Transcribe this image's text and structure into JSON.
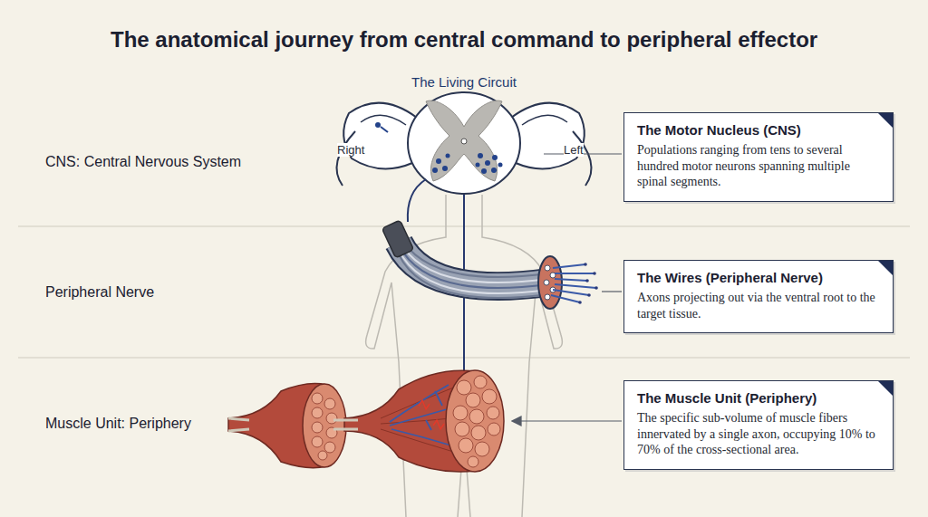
{
  "diagram": {
    "title": "The anatomical journey from central command to peripheral effector",
    "nodes": [
      {
        "text": [
          "The Motor Nucleus (CNS)",
          "Populations ranging from tens to several hundred motor neurons spanning multiple spinal segments."
        ]
      },
      {
        "text": [
          "The Wires (Peripheral Nerve)",
          "Axons projecting out via the ventral root to the target tissue."
        ]
      },
      {
        "text": [
          "The Muscle Unit (Periphery)",
          "The specific sub-volume of muscle fibers innervated by a single axon, occupying 10% to 70% of the cross-sectional area."
        ]
      }
    ],
    "labels": [
      "The Living Circuit",
      "Right",
      "Left",
      "CNS: Central Nervous System",
      "Peripheral Nerve",
      "Muscle Unit: Periphery"
    ]
  }
}
